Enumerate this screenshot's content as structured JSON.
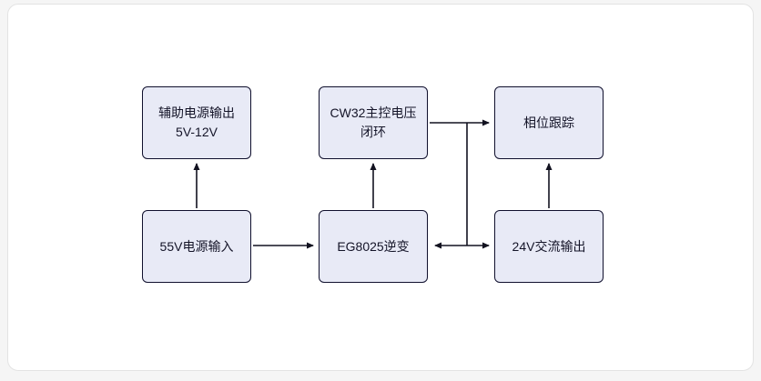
{
  "diagram": {
    "title": "",
    "colors": {
      "node_fill": "#e8eaf6",
      "node_border": "#10102d",
      "arrow": "#121220",
      "card_bg": "#ffffff",
      "page_bg": "#f5f5f5"
    },
    "nodes": [
      {
        "id": "aux-power-output",
        "label": "辅助电源输出 5V-12V"
      },
      {
        "id": "cw32-voltage-loop",
        "label": "CW32主控电压闭环"
      },
      {
        "id": "phase-tracking",
        "label": "相位跟踪"
      },
      {
        "id": "power-input-55v",
        "label": "55V电源输入"
      },
      {
        "id": "eg8025-inverter",
        "label": "EG8025逆变"
      },
      {
        "id": "ac-output-24v",
        "label": "24V交流输出"
      }
    ],
    "edges": [
      {
        "from": "55V电源输入",
        "to": "辅助电源输出 5V-12V",
        "arrow": "single"
      },
      {
        "from": "55V电源输入",
        "to": "EG8025逆变",
        "arrow": "single"
      },
      {
        "from": "EG8025逆变",
        "to": "CW32主控电压闭环",
        "arrow": "single"
      },
      {
        "from": "CW32主控电压闭环",
        "to": "相位跟踪",
        "arrow": "single"
      },
      {
        "from": "CW32主控电压闭环",
        "to": "EG8025逆变",
        "arrow": "single"
      },
      {
        "from": "CW32主控电压闭环",
        "to": "24V交流输出",
        "arrow": "single"
      },
      {
        "from": "24V交流输出",
        "to": "相位跟踪",
        "arrow": "single"
      }
    ]
  }
}
